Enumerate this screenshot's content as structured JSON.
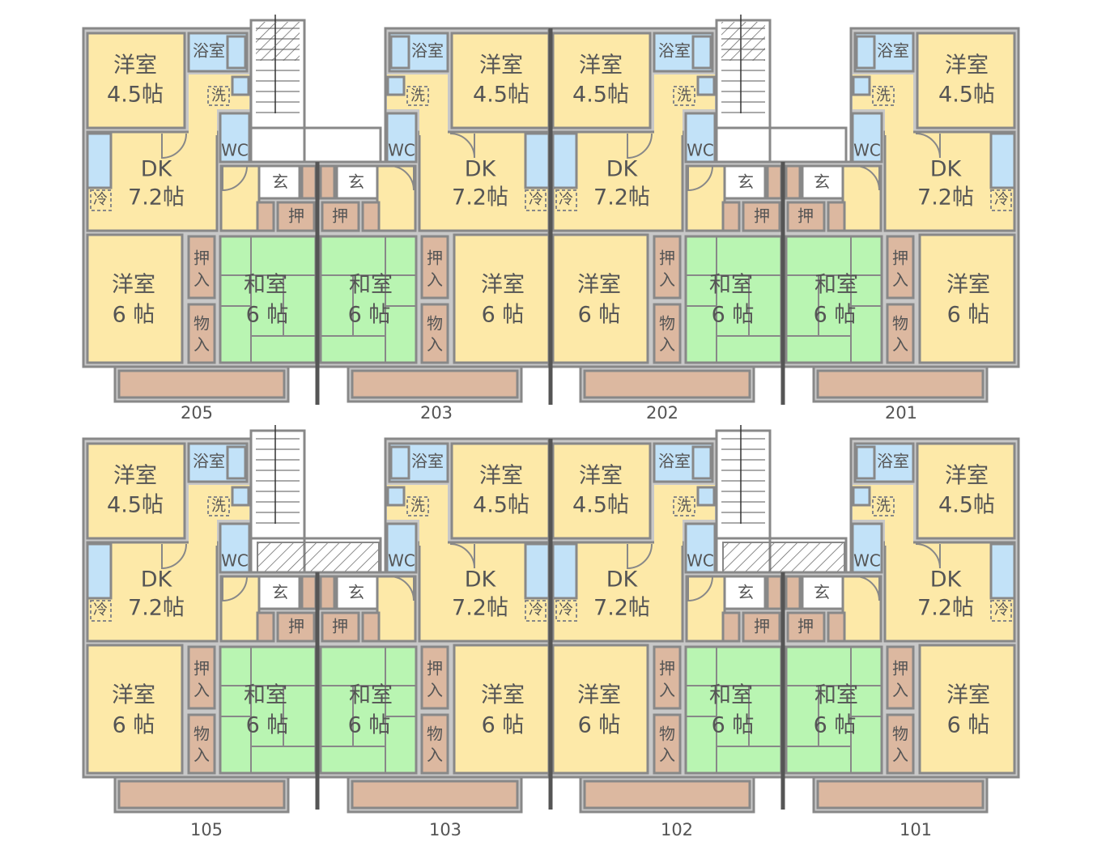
{
  "labels": {
    "western": "洋室",
    "size_4_5": "4.5帖",
    "dk": "DK",
    "size_7_2": "7.2帖",
    "size_6": "6 帖",
    "japanese": "和室",
    "bath": "浴室",
    "wash": "洗",
    "fridge": "冷",
    "wc": "WC",
    "entrance": "玄",
    "closet_short": "押",
    "closet_1": "押",
    "closet_2": "入",
    "storage_1": "物",
    "storage_2": "入"
  },
  "units": [
    {
      "number": "205"
    },
    {
      "number": "203"
    },
    {
      "number": "202"
    },
    {
      "number": "201"
    },
    {
      "number": "105"
    },
    {
      "number": "103"
    },
    {
      "number": "102"
    },
    {
      "number": "101"
    }
  ],
  "colors": {
    "western": "#fde9a8",
    "japanese": "#b9f5b2",
    "water": "#c2e2f8",
    "closet": "#dcb8a0",
    "wall": "#c8c8c8",
    "outline": "#888888",
    "divider": "#555555"
  }
}
